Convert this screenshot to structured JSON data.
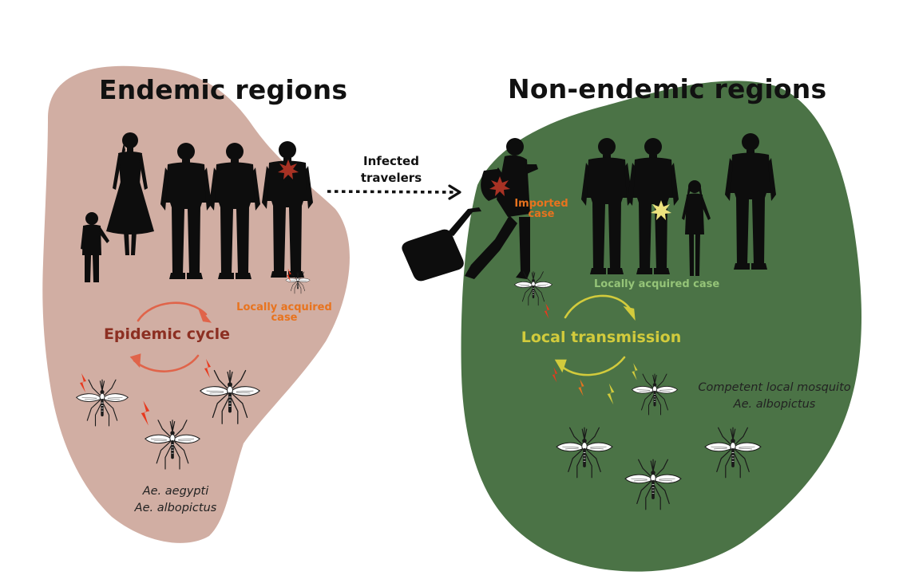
{
  "diagram": {
    "endemic": {
      "title": "Endemic regions",
      "cycle_label": "Epidemic cycle",
      "local_case_line1": "Locally acquired",
      "local_case_line2": "case",
      "species_line1": "Ae. aegypti",
      "species_line2": "Ae. albopictus"
    },
    "non_endemic": {
      "title": "Non-endemic regions",
      "imported_line1": "Imported",
      "imported_line2": "case",
      "local_case": "Locally acquired case",
      "cycle_label": "Local transmission",
      "mosquito_line1": "Competent local mosquito",
      "mosquito_line2": "Ae. albopictus"
    },
    "travel": {
      "line1": "Infected",
      "line2": "travelers"
    }
  },
  "colors": {
    "endemic_blob": "#d1aea3",
    "non_endemic_blob": "#4b7346",
    "epidemic_cycle": "#e0644a",
    "epidemic_text": "#8c2f22",
    "local_transmission": "#d2cb3c",
    "case_orange": "#e8731e",
    "case_green": "#95c478",
    "infection_star_red": "#a83224",
    "infection_star_yellow": "#ede27e",
    "silhouette": "#0d0d0d"
  },
  "icons": [
    "person-silhouette-icon",
    "mosquito-icon",
    "lightning-icon",
    "infection-star-icon",
    "suitcase-icon",
    "cycle-arrow-icon",
    "dotted-arrow-icon"
  ]
}
